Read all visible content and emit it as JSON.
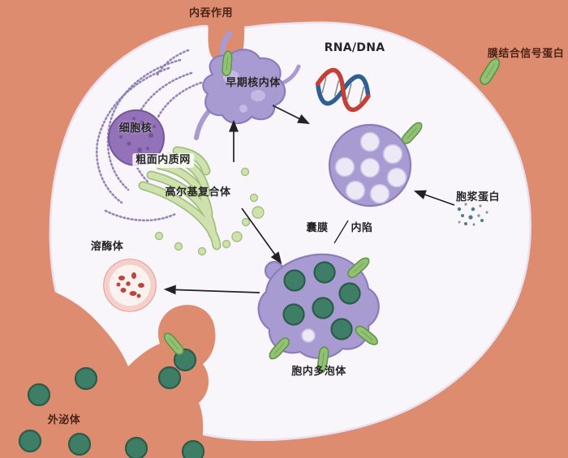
{
  "figure": {
    "labels": {
      "endocytosis": "内吞作用",
      "early_endosome": "早期核内体",
      "rna_dna": "RNA/DNA",
      "membrane_signal_protein": "膜结合信号蛋白",
      "nucleus": "细胞核",
      "rough_er": "粗面内质网",
      "golgi": "高尔基复合体",
      "cytoplasmic_protein": "胞浆蛋白",
      "vesicle_membrane": "囊膜",
      "invagination": "内陷",
      "lysosome": "溶酶体",
      "multivesicular_body": "胞内多泡体",
      "exosome": "外泌体"
    },
    "colors": {
      "background": "#DE8C70",
      "cell_fill": "#F8F6FB",
      "cell_edge": "#E9E1F0",
      "nucleus_fill": "#9472B8",
      "nucleus_dot": "#76549E",
      "er_purple": "#8D79B6",
      "endosome_fill": "#A89BD2",
      "endosome_edge": "#8B7CBD",
      "endosome_patch": "#C6BDE6",
      "inner_vesicle_fill": "#ECE9F6",
      "inner_vesicle_edge": "#C8C0E4",
      "golgi_fill": "#CFE2AE",
      "golgi_edge": "#A3BF7F",
      "exosome_fill": "#3E7D66",
      "exosome_edge": "#2B5C49",
      "spike_fill": "#93C173",
      "spike_edge": "#5F9447",
      "lysosome_fill": "#FBF1EE",
      "lysosome_ring": "#F3D0C9",
      "lysosome_edge": "#E79C90",
      "lysosome_dot": "#B9473D",
      "protein_dot_teal": "#4E7D8A",
      "protein_dot_gray": "#8A97A4",
      "dna_red": "#C43F36",
      "dna_blue": "#2F5F93",
      "dna_rung": "#8C8C8C",
      "arrow": "#222222",
      "label_dark": "#262626",
      "label_on_bg": "#4A2417"
    }
  }
}
